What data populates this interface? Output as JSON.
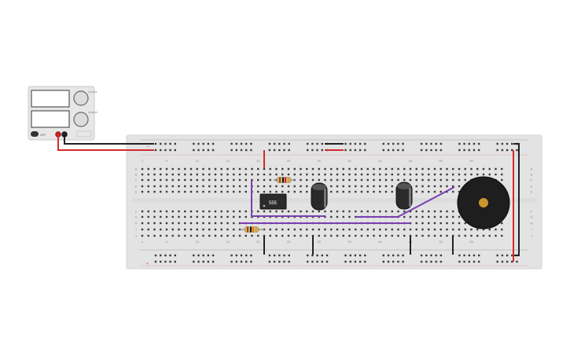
{
  "psu": {
    "knob_labels": [
      "VOLTAGE",
      "CURRENT"
    ],
    "status_text": "OFF"
  },
  "breadboard": {
    "column_numbers": [
      1,
      5,
      10,
      15,
      20,
      25,
      30,
      35,
      40,
      45,
      50,
      55
    ],
    "row_letters_top": [
      "A",
      "B",
      "C",
      "D",
      "E"
    ],
    "row_letters_bottom": [
      "F",
      "G",
      "H",
      "I",
      "J"
    ],
    "rail_plus_label": "+",
    "rail_minus_label": "−"
  },
  "ic": {
    "label": "555"
  },
  "colors": {
    "wire_red": "#d22b2b",
    "wire_black": "#222222",
    "wire_purple": "#7a3fb0",
    "board": "#e3e3e3",
    "hole": "#3b3b3b"
  }
}
